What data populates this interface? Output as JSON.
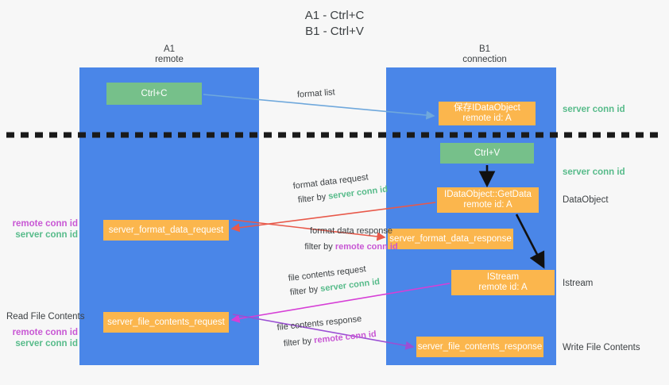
{
  "title": {
    "line1": "A1 - Ctrl+C",
    "line2": "B1 - Ctrl+V"
  },
  "lanes": [
    {
      "name": "A1",
      "sub": "remote"
    },
    {
      "name": "B1",
      "sub": "connection"
    }
  ],
  "boxes": {
    "ctrl_c": {
      "label": "Ctrl+C",
      "color": "#76c08a"
    },
    "save_idataobject": {
      "line1": "保存IDataObject",
      "line2": "remote id: A",
      "color": "#fbb64d"
    },
    "ctrl_v": {
      "label": "Ctrl+V",
      "color": "#76c08a"
    },
    "getdata": {
      "line1": "IDataObject::GetData",
      "line2": "remote id: A",
      "color": "#fbb64d"
    },
    "server_format_data_request": {
      "label": "server_format_data_request",
      "color": "#fbb64d"
    },
    "server_format_data_response": {
      "label": "server_format_data_response",
      "color": "#fbb64d"
    },
    "istream": {
      "line1": "IStream",
      "line2": "remote id: A",
      "color": "#fbb64d"
    },
    "server_file_contents_request": {
      "label": "server_file_contents_request",
      "color": "#fbb64d"
    },
    "server_file_contents_response": {
      "label": "server_file_contents_response",
      "color": "#fbb64d"
    }
  },
  "arrow_labels": {
    "format_list": "format list",
    "format_data_request": "format data request",
    "format_data_request_filter_prefix": "filter by ",
    "format_data_request_filter_value": "server conn id",
    "format_data_response": "format data response",
    "format_data_response_filter_prefix": "filter by ",
    "format_data_response_filter_value": "remote conn id",
    "file_contents_request": "file contents request",
    "file_contents_request_filter_prefix": "filter by ",
    "file_contents_request_filter_value": "server conn id",
    "file_contents_response": "file contents response",
    "file_contents_response_filter_prefix": "filter by ",
    "file_contents_response_filter_value": "remote conn id"
  },
  "side_labels": {
    "server_conn_id_top": "server conn id",
    "server_conn_id_mid": "server conn id",
    "dataobject": "DataObject",
    "istream": "Istream",
    "write_file_contents": "Write File Contents",
    "read_file_contents": "Read File Contents",
    "remote_conn_id_1": "remote conn id",
    "server_conn_id_1": "server conn id",
    "remote_conn_id_2": "remote conn id",
    "server_conn_id_2": "server conn id"
  },
  "colors": {
    "lane": "#4a86e8",
    "orange": "#fbb64d",
    "green_box": "#76c08a",
    "green_text": "#57bb8a",
    "purple_text": "#c857d4",
    "arrow_blue": "#6fa8dc",
    "arrow_red": "#e8594a",
    "arrow_magenta": "#d63fd6",
    "arrow_purple": "#9b4fd4",
    "arrow_black": "#111111",
    "background": "#f7f7f7",
    "divider": "#1a1a1a"
  }
}
